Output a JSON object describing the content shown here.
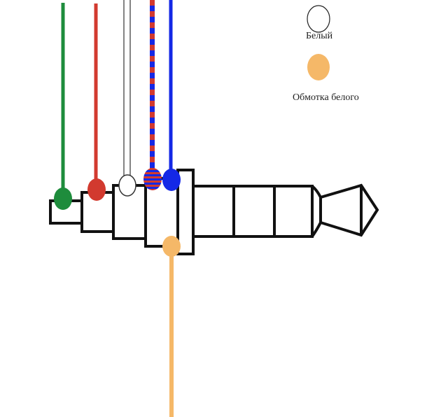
{
  "legend": {
    "white_label": "Белый",
    "shield_label": "Обмотка белого"
  },
  "colors": {
    "green": "#1e8c3c",
    "red": "#d23a2f",
    "white": "#ffffff",
    "blue": "#1428e6",
    "shield": "#f5b868",
    "outline": "#111111"
  },
  "wires": [
    {
      "name": "green-wire",
      "color": "green"
    },
    {
      "name": "red-wire",
      "color": "red"
    },
    {
      "name": "white-wire",
      "color": "white"
    },
    {
      "name": "red-blue-striped-wire",
      "color": "red-blue"
    },
    {
      "name": "blue-wire",
      "color": "blue"
    },
    {
      "name": "shield-wire",
      "color": "shield"
    }
  ]
}
